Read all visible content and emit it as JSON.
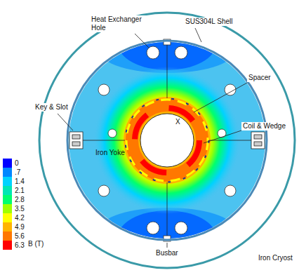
{
  "diagram": {
    "labels": [
      "Heat Exchanger Hole",
      "SUS304L Shell",
      "Spacer",
      "X",
      "Key & Slot",
      "Coil & Wedge",
      "Iron Yoke",
      "Busbar",
      "Iron Cryost",
      "B (T)"
    ],
    "legend": [
      {
        "text": "0",
        "color": "#0000ff"
      },
      {
        "text": ".7",
        "color": "#0087ff"
      },
      {
        "text": "1.4",
        "color": "#00d2ff"
      },
      {
        "text": "2.1",
        "color": "#00e6b4"
      },
      {
        "text": "2.8",
        "color": "#00ff6e"
      },
      {
        "text": "3.5",
        "color": "#a0ff00"
      },
      {
        "text": "4.2",
        "color": "#ffff00"
      },
      {
        "text": "4.9",
        "color": "#ffb400"
      },
      {
        "text": "5.6",
        "color": "#ff7800"
      },
      {
        "text": "6.3",
        "color": "#ff0000"
      }
    ]
  }
}
